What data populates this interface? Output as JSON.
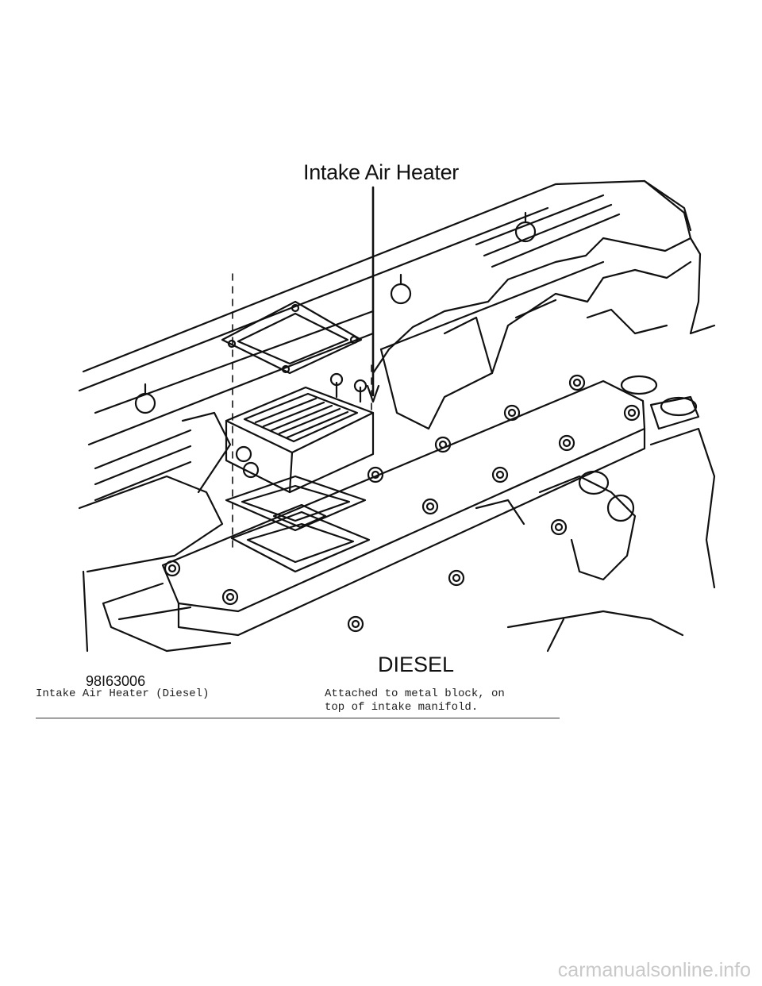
{
  "figure": {
    "callout_label": "Intake Air Heater",
    "engine_label": "DIESEL",
    "figure_code": "98I63006"
  },
  "caption": {
    "component": "Intake Air Heater (Diesel)",
    "location_line1": "Attached to metal block, on",
    "location_line2": "top of intake manifold."
  },
  "watermark": "carmanualsonline.info"
}
